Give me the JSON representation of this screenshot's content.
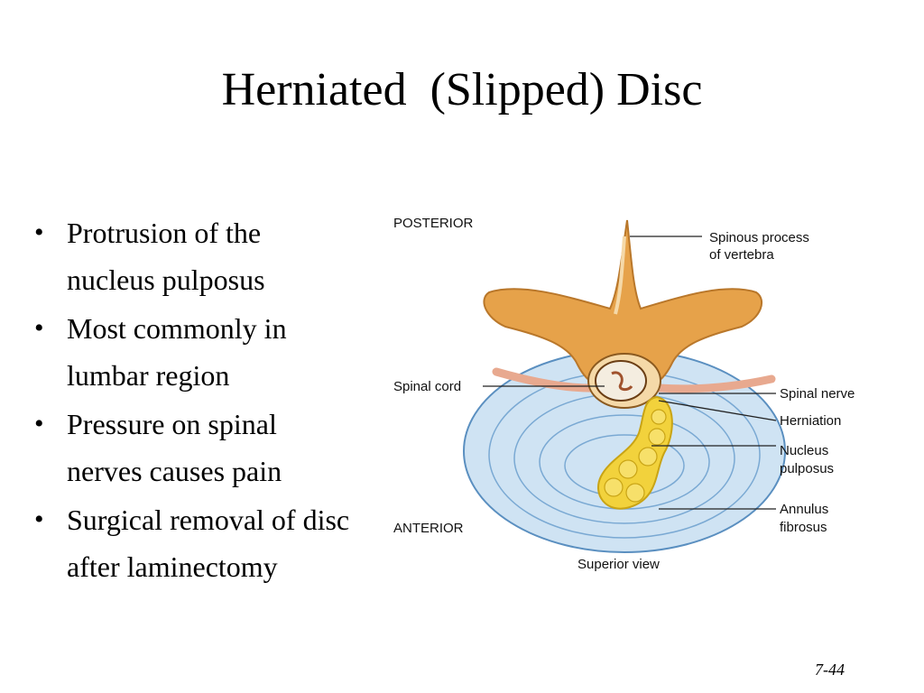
{
  "slide": {
    "title": "Herniated  (Slipped) Disc",
    "bullets": [
      "Protrusion of the nucleus pulposus",
      "Most commonly in lumbar region",
      "Pressure on spinal nerves causes pain",
      "Surgical removal of disc after laminectomy"
    ],
    "page_number": "7-44"
  },
  "figure": {
    "orientation_top": "POSTERIOR",
    "orientation_bottom": "ANTERIOR",
    "labels": {
      "spinous_process": [
        "Spinous process",
        "of vertebra"
      ],
      "spinal_cord": "Spinal cord",
      "spinal_nerve": "Spinal nerve",
      "herniation": "Herniation",
      "nucleus_pulposus": [
        "Nucleus",
        "pulposus"
      ],
      "annulus_fibrosus": [
        "Annulus",
        "fibrosus"
      ]
    },
    "caption": "Superior view",
    "colors": {
      "bone": "#e6a24a",
      "bone_light": "#f5d9a8",
      "disc": "#cfe3f3",
      "disc_ring": "#5a8fc0",
      "nucleus": "#f2d23c",
      "nerve": "#e8a98f"
    }
  }
}
